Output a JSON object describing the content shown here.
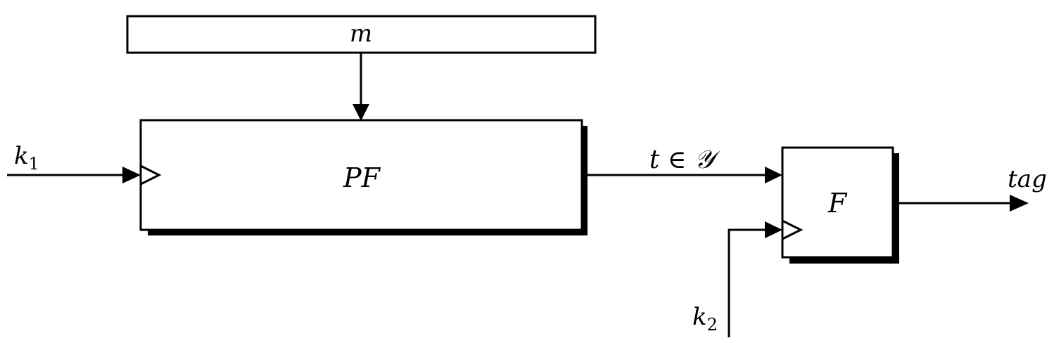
{
  "blocks": {
    "message": {
      "label": "m"
    },
    "prf": {
      "label": "PF"
    },
    "f": {
      "label": "F"
    }
  },
  "signals": {
    "key1": {
      "base": "k",
      "subscript": "1"
    },
    "key2": {
      "base": "k",
      "subscript": "2"
    },
    "intermediate": {
      "label": "t ∈ 𝒴"
    },
    "output": {
      "label": "tag"
    }
  },
  "colors": {
    "stroke": "#000000",
    "background": "#ffffff"
  }
}
